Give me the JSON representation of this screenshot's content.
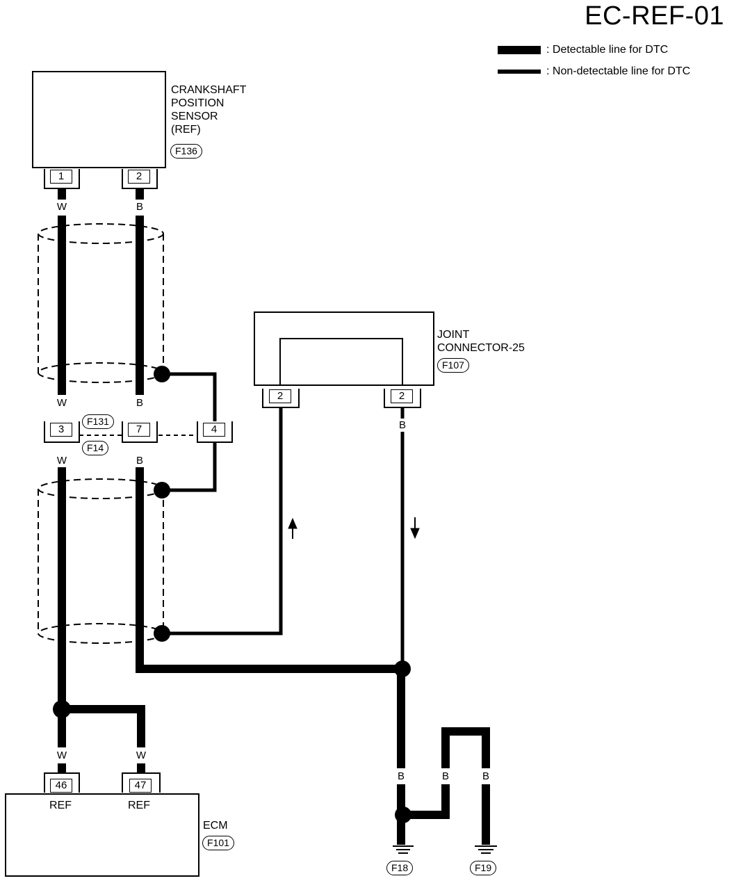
{
  "page_id": "EC-REF-01",
  "legend": {
    "detectable": ": Detectable line for DTC",
    "non_detectable": ": Non-detectable line for DTC"
  },
  "components": {
    "ckp_sensor": {
      "lines": [
        "CRANKSHAFT",
        "POSITION",
        "SENSOR",
        "(REF)"
      ],
      "connector": "F136",
      "pins": [
        "1",
        "2"
      ]
    },
    "joint_connector": {
      "lines": [
        "JOINT",
        "CONNECTOR-25"
      ],
      "connector": "F107",
      "pins": [
        "2",
        "2"
      ]
    },
    "harness_connector": {
      "top": "F131",
      "bottom": "F14",
      "pins": [
        "3",
        "7",
        "4"
      ]
    },
    "ecm": {
      "label": "ECM",
      "connector": "F101",
      "pins": [
        "46",
        "47"
      ],
      "pin_labels": [
        "REF",
        "REF"
      ]
    },
    "grounds": [
      "F18",
      "F19"
    ]
  },
  "wire_colors": {
    "w1": "W",
    "b1": "B",
    "w2": "W",
    "b2": "B",
    "w3": "W",
    "b3": "B",
    "w4": "W",
    "w5": "W",
    "b4": "B",
    "b5": "B",
    "b6": "B",
    "b7": "B"
  }
}
